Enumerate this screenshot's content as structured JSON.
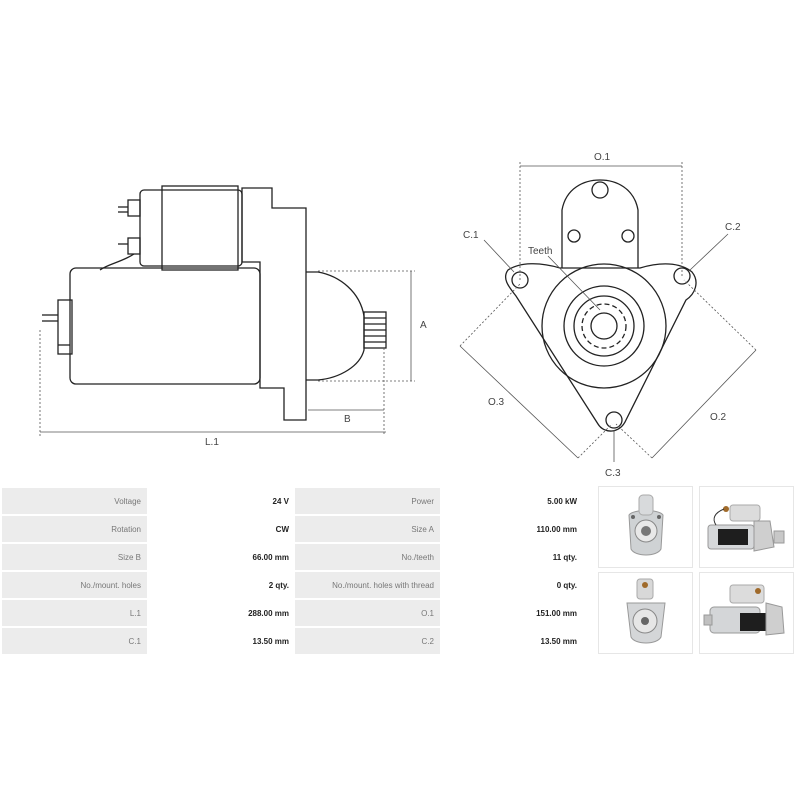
{
  "drawing": {
    "side_view_labels": {
      "a": "A",
      "b": "B",
      "l1": "L.1"
    },
    "front_view_labels": {
      "o1": "O.1",
      "o2": "O.2",
      "o3": "O.3",
      "c1": "C.1",
      "c2": "C.2",
      "c3": "C.3",
      "teeth": "Teeth"
    }
  },
  "specs": [
    {
      "label": "Voltage",
      "value": "24 V",
      "label2": "Power",
      "value2": "5.00 kW"
    },
    {
      "label": "Rotation",
      "value": "CW",
      "label2": "Size A",
      "value2": "110.00 mm"
    },
    {
      "label": "Size B",
      "value": "66.00 mm",
      "label2": "No./teeth",
      "value2": "11 qty."
    },
    {
      "label": "No./mount. holes",
      "value": "2 qty.",
      "label2": "No./mount. holes with thread",
      "value2": "0 qty."
    },
    {
      "label": "L.1",
      "value": "288.00 mm",
      "label2": "O.1",
      "value2": "151.00 mm"
    },
    {
      "label": "C.1",
      "value": "13.50 mm",
      "label2": "C.2",
      "value2": "13.50 mm"
    }
  ],
  "photos": [
    "starter-front-photo",
    "starter-side-photo",
    "starter-rear-photo",
    "starter-angle-photo"
  ]
}
